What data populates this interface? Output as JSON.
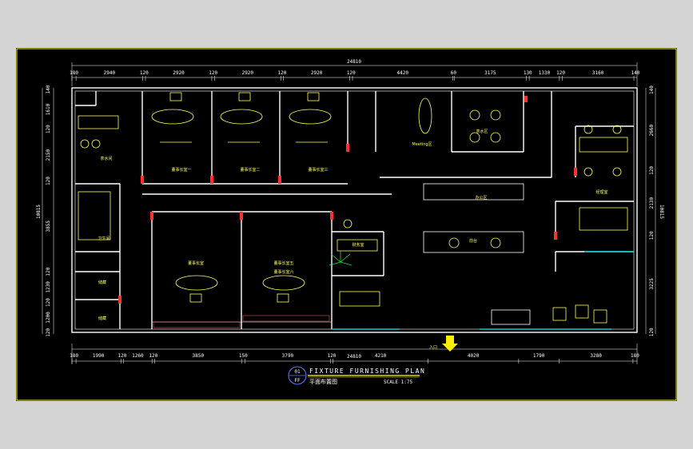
{
  "drawing": {
    "number": "01",
    "sheet": "FF",
    "title_en": "FIXTURE FURNISHING PLAN",
    "title_cn": "平面布置图",
    "scale": "SCALE 1:75"
  },
  "dimensions": {
    "overall_top": "24810",
    "overall_bottom": "24810",
    "top": [
      "180",
      "2940",
      "120",
      "2920",
      "120",
      "2920",
      "120",
      "2920",
      "120",
      "4420",
      "60",
      "3175",
      "130",
      "1330",
      "120",
      "3160",
      "140"
    ],
    "bottom": [
      "180",
      "1990",
      "120",
      "1260",
      "120",
      "3850",
      "150",
      "3790",
      "120",
      "4210",
      "4020",
      "1790",
      "3280",
      "180"
    ],
    "left": [
      "140",
      "1610",
      "120",
      "2150",
      "120",
      "3855",
      "120",
      "1230",
      "120",
      "1200",
      "120"
    ],
    "right": [
      "140",
      "2660",
      "120",
      "2130",
      "120",
      "3225",
      "120"
    ],
    "overall_left": "10815",
    "overall_right": "10815"
  },
  "rooms": [
    {
      "id": "office-1",
      "label": "董事长室一"
    },
    {
      "id": "office-2",
      "label": "董事长室二"
    },
    {
      "id": "office-3",
      "label": "董事长室三"
    },
    {
      "id": "office-4",
      "label": "董事长室"
    },
    {
      "id": "office-5",
      "label": "董事长室五"
    },
    {
      "id": "office-6",
      "label": "董事长室六"
    },
    {
      "id": "meeting",
      "label": "Meeting区"
    },
    {
      "id": "kitchen",
      "label": "茶水间"
    },
    {
      "id": "toilet",
      "label": "卫生间"
    },
    {
      "id": "finance",
      "label": "财务室"
    },
    {
      "id": "pantry",
      "label": "茶水区"
    },
    {
      "id": "reception",
      "label": "前台"
    },
    {
      "id": "work-area",
      "label": "办公区"
    },
    {
      "id": "manager",
      "label": "经理室"
    },
    {
      "id": "storage-1",
      "label": "储藏"
    },
    {
      "id": "storage-2",
      "label": "储藏"
    },
    {
      "id": "entrance",
      "label": "入口"
    }
  ],
  "colors": {
    "background": "#000000",
    "sheet_border": "#ffff00",
    "walls": "#ffffff",
    "furniture": "#ffff55",
    "dimension_text": "#ffffff",
    "glass": "#00c8c8",
    "doors": "#ff3030",
    "entrance_arrow": "#ffee00",
    "title_circle": "#5a78ff"
  },
  "icons": {
    "entrance-arrow": "up-arrow",
    "plant": "palm-plant"
  }
}
